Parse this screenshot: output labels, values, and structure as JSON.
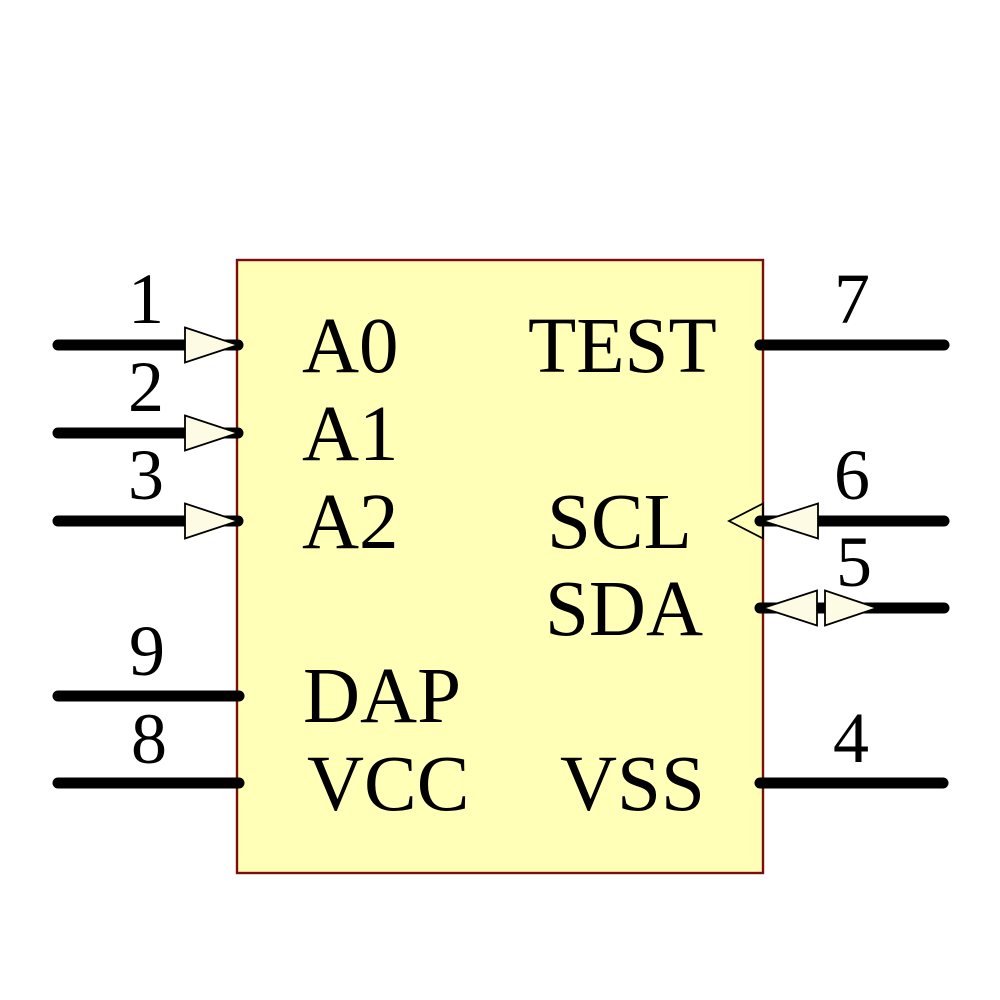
{
  "diagram": {
    "kind": "schematic-symbol",
    "colors": {
      "body_fill": "#FFFFB7",
      "body_border": "#7D0D0D",
      "wire": "#000000",
      "arrow_fill": "#FDFBE3",
      "arrow_outline": "#000000"
    },
    "pins": [
      {
        "number": "1",
        "label": "A0",
        "side": "left",
        "arrow": "input"
      },
      {
        "number": "2",
        "label": "A1",
        "side": "left",
        "arrow": "input"
      },
      {
        "number": "3",
        "label": "A2",
        "side": "left",
        "arrow": "input"
      },
      {
        "number": "9",
        "label": "DAP",
        "side": "left",
        "arrow": "none"
      },
      {
        "number": "8",
        "label": "VCC",
        "side": "left",
        "arrow": "none"
      },
      {
        "number": "7",
        "label": "TEST",
        "side": "right",
        "arrow": "none"
      },
      {
        "number": "6",
        "label": "SCL",
        "side": "right",
        "arrow": "double-input"
      },
      {
        "number": "5",
        "label": "SDA",
        "side": "right",
        "arrow": "bidirectional"
      },
      {
        "number": "4",
        "label": "VSS",
        "side": "right",
        "arrow": "none"
      }
    ]
  }
}
